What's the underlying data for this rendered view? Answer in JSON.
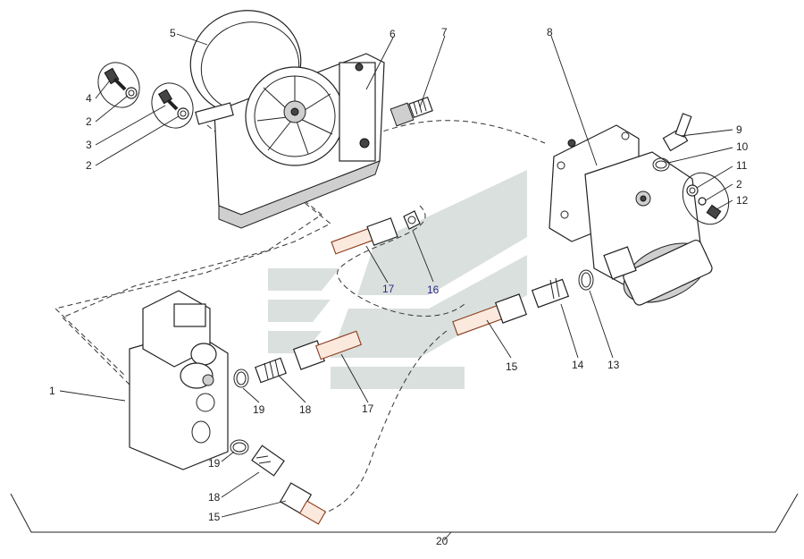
{
  "diagram": {
    "callouts": [
      {
        "id": "c1",
        "text": "1"
      },
      {
        "id": "c2a",
        "text": "2"
      },
      {
        "id": "c2b",
        "text": "2"
      },
      {
        "id": "c2c",
        "text": "2"
      },
      {
        "id": "c3",
        "text": "3"
      },
      {
        "id": "c4",
        "text": "4"
      },
      {
        "id": "c5",
        "text": "5"
      },
      {
        "id": "c6",
        "text": "6"
      },
      {
        "id": "c7",
        "text": "7"
      },
      {
        "id": "c8",
        "text": "8"
      },
      {
        "id": "c9",
        "text": "9"
      },
      {
        "id": "c10",
        "text": "10"
      },
      {
        "id": "c11",
        "text": "11"
      },
      {
        "id": "c12",
        "text": "12"
      },
      {
        "id": "c13",
        "text": "13"
      },
      {
        "id": "c14",
        "text": "14"
      },
      {
        "id": "c15a",
        "text": "15"
      },
      {
        "id": "c15b",
        "text": "15"
      },
      {
        "id": "c16",
        "text": "16"
      },
      {
        "id": "c17a",
        "text": "17"
      },
      {
        "id": "c17b",
        "text": "17"
      },
      {
        "id": "c18a",
        "text": "18"
      },
      {
        "id": "c18b",
        "text": "18"
      },
      {
        "id": "c19a",
        "text": "19"
      },
      {
        "id": "c19b",
        "text": "19"
      },
      {
        "id": "c20",
        "text": "20"
      }
    ],
    "colors": {
      "line": "#222222",
      "watermark": "#d4dbd8",
      "callout_blue": "#2a2a8a",
      "pipe_fill": "#fbe9de"
    }
  }
}
